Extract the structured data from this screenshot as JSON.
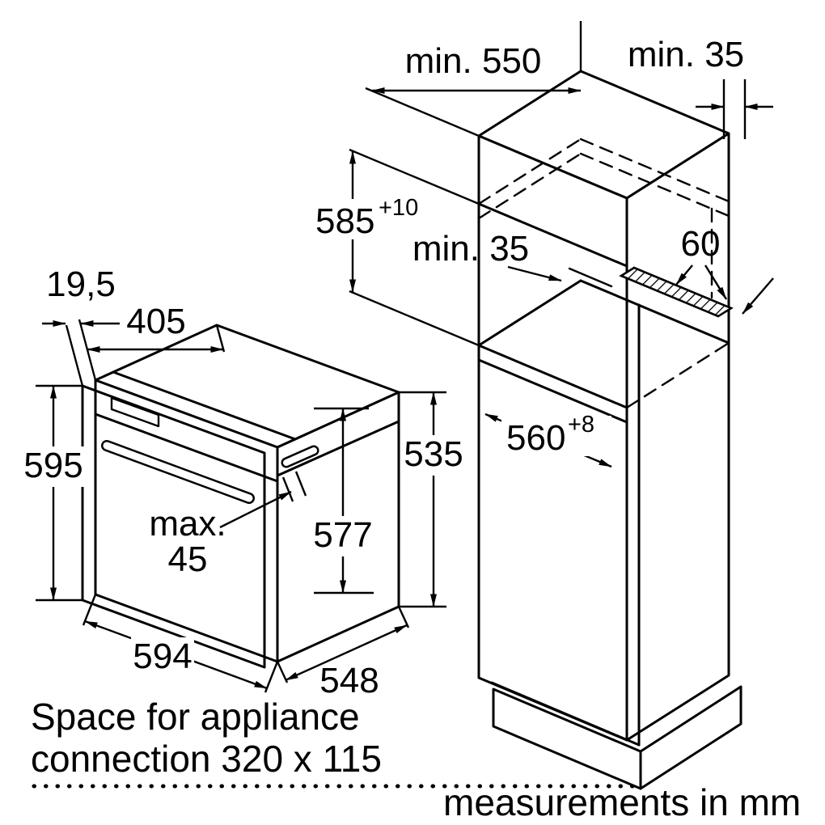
{
  "note": {
    "line1": "Space for appliance",
    "line2": "connection 320 x 115"
  },
  "footer": {
    "units_note": "measurements in mm"
  },
  "cabinet": {
    "min_depth": "min. 550",
    "rear_clearance": "min. 35",
    "niche_height": "585",
    "niche_height_tol": "+10",
    "shelf_gap": "min. 35",
    "vent_width": "60",
    "niche_width": "560",
    "niche_width_tol": "+8"
  },
  "oven": {
    "door_offset": "19,5",
    "top_depth": "405",
    "height": "595",
    "max_label": "max.",
    "max_value": "45",
    "front_height": "577",
    "side_height": "535",
    "width": "594",
    "depth": "548"
  },
  "colors": {
    "line": "#000000",
    "background": "#ffffff"
  }
}
